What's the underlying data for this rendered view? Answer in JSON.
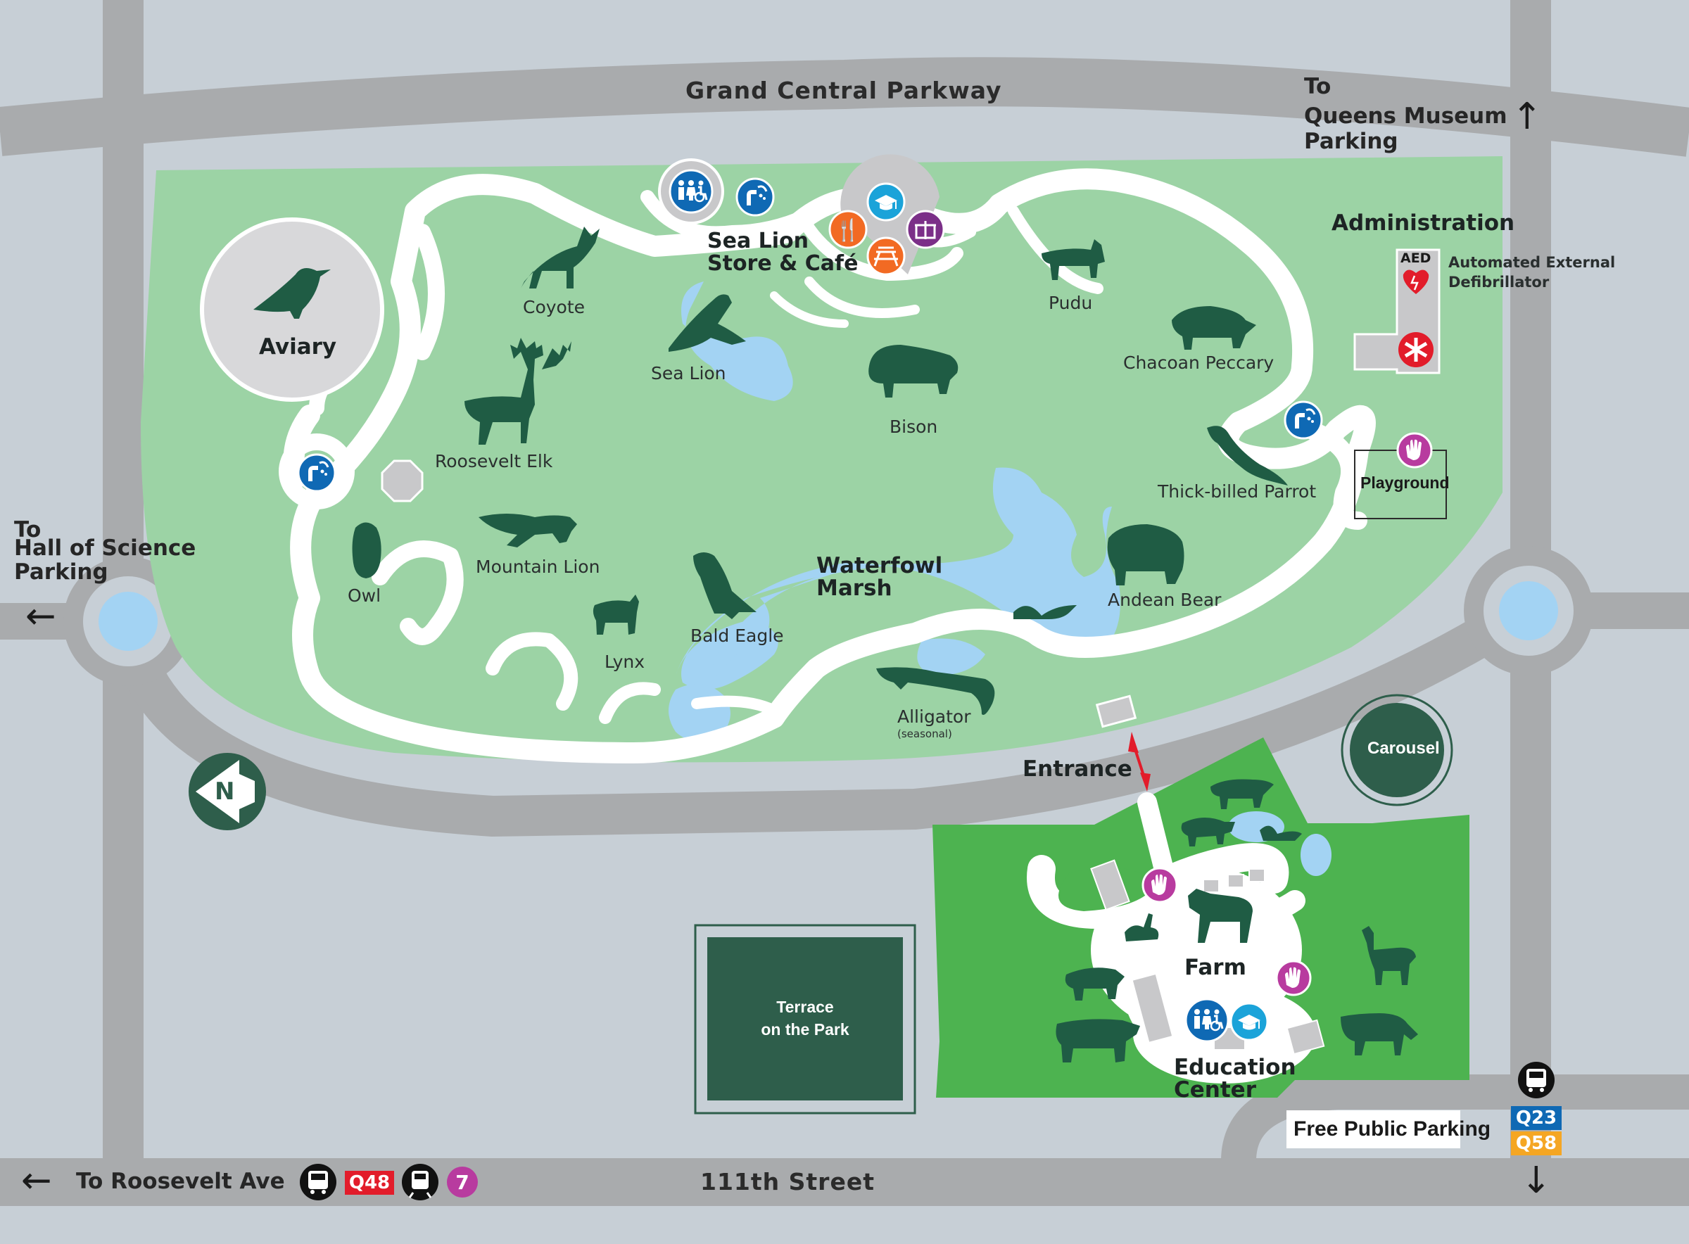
{
  "roads": {
    "top": "Grand Central Parkway",
    "bottom": "111th Street",
    "queens_museum": [
      "To",
      "Queens Museum",
      "Parking"
    ],
    "hall_of_science": [
      "To",
      "Hall of Science",
      "Parking"
    ],
    "roosevelt_ave": "To Roosevelt Ave"
  },
  "transit": {
    "bus_left": "Q48",
    "train": "7",
    "bus_right_1": "Q23",
    "bus_right_2": "Q58"
  },
  "areas": {
    "aviary": "Aviary",
    "sea_lion_store": [
      "Sea Lion",
      "Store & Café"
    ],
    "administration": "Administration",
    "aed_label": "AED",
    "aed_text": [
      "Automated External",
      "Defibrillator"
    ],
    "playground": "Playground",
    "waterfowl_marsh": [
      "Waterfowl",
      "Marsh"
    ],
    "entrance": "Entrance",
    "carousel": "Carousel",
    "terrace": [
      "Terrace",
      "on the Park"
    ],
    "farm": "Farm",
    "education_center": [
      "Education",
      "Center"
    ],
    "free_parking": "Free Public Parking",
    "north": "N"
  },
  "animals": {
    "coyote": "Coyote",
    "sea_lion": "Sea Lion",
    "pudu": "Pudu",
    "chacoan_peccary": "Chacoan Peccary",
    "bison": "Bison",
    "roosevelt_elk": "Roosevelt Elk",
    "thick_billed_parrot": "Thick-billed Parrot",
    "mountain_lion": "Mountain Lion",
    "owl": "Owl",
    "bald_eagle": "Bald Eagle",
    "lynx": "Lynx",
    "andean_bear": "Andean Bear",
    "alligator": "Alligator",
    "alligator_note": "(seasonal)"
  },
  "colors": {
    "road": "#a9abad",
    "background": "#c7cfd6",
    "park": "#9cd3a5",
    "farm": "#4db350",
    "path": "#ffffff",
    "water": "#a3d3f3",
    "animal": "#1f5c44",
    "dark_green": "#2e5e4b",
    "info_blue": "#0f69b4",
    "food_orange": "#f26a23",
    "gift_purple": "#7b2f88",
    "edu_teal": "#1ba3d9",
    "pink": "#b83b9f",
    "red": "#e21c2a"
  },
  "icons": [
    "restroom-icon",
    "water-fountain-icon",
    "food-icon",
    "education-icon",
    "gift-shop-icon",
    "picnic-icon",
    "playground-hand-icon",
    "aed-heart-icon",
    "first-aid-icon",
    "bus-icon",
    "subway-icon",
    "north-arrow-icon"
  ]
}
